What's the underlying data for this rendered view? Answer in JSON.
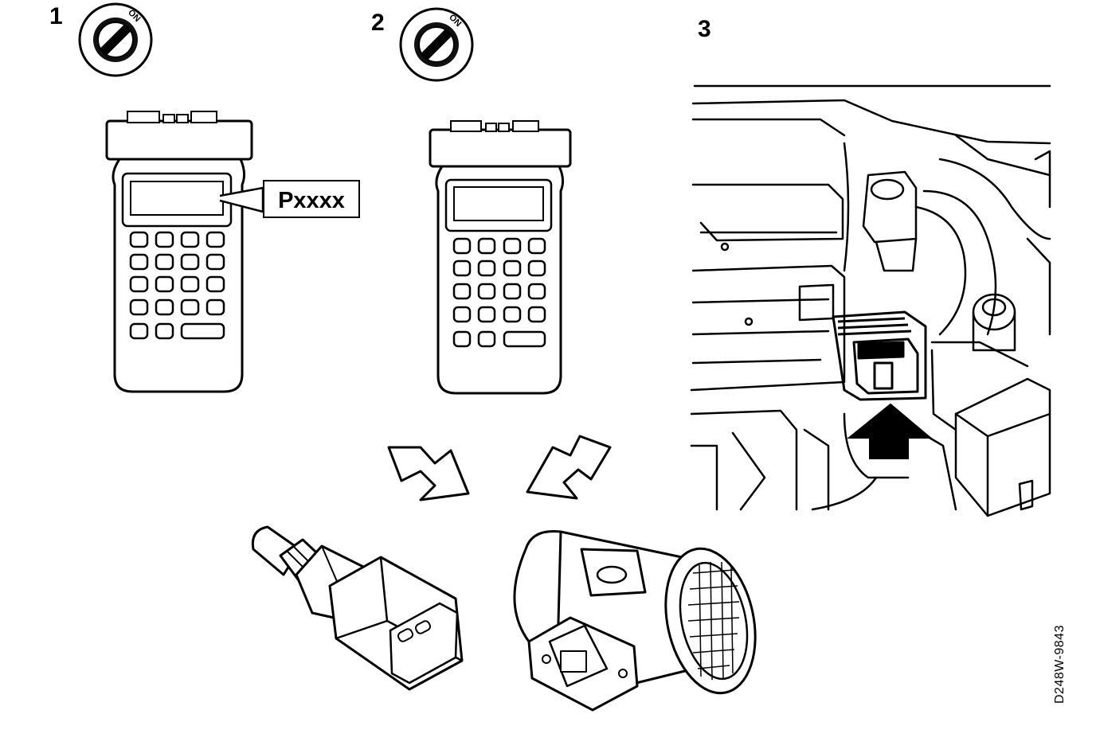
{
  "steps": [
    {
      "number": "1",
      "ignition": "ON"
    },
    {
      "number": "2",
      "ignition": "ON"
    },
    {
      "number": "3"
    }
  ],
  "tester": {
    "display_code": "Pxxxx"
  },
  "figure_id": "D248W-9843",
  "icons": [
    "ignition-key-icon",
    "diagnostic-tester-icon",
    "flow-arrow-icon",
    "coolant-temperature-sensor-icon",
    "mass-air-flow-sensor-icon",
    "engine-bay-icon"
  ]
}
